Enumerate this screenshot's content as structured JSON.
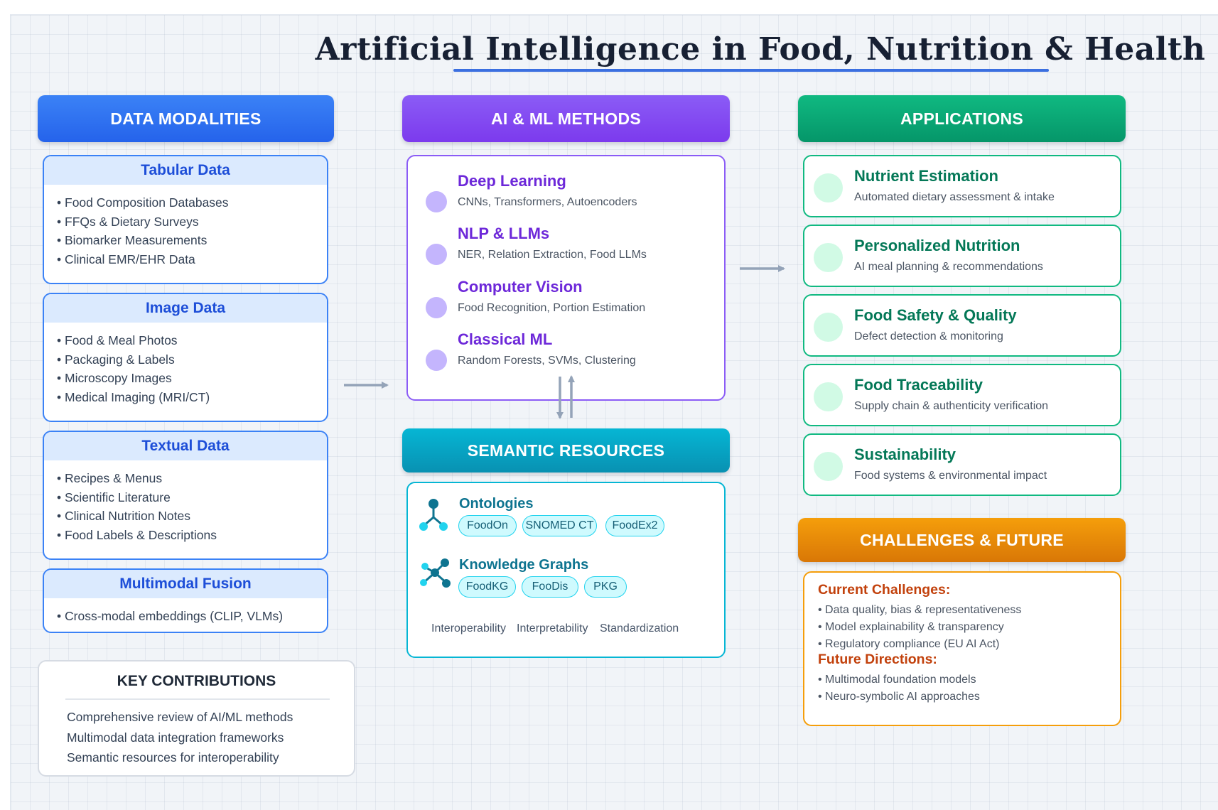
{
  "title": "Artificial Intelligence in Food, Nutrition & Health",
  "sections": {
    "data_modalities": "DATA MODALITIES",
    "methods": "AI & ML METHODS",
    "applications": "APPLICATIONS",
    "semantic": "SEMANTIC RESOURCES",
    "challenges": "CHALLENGES & FUTURE"
  },
  "data_cards": [
    {
      "title": "Tabular Data",
      "items": [
        "Food Composition Databases",
        "FFQs & Dietary Surveys",
        "Biomarker Measurements",
        "Clinical EMR/EHR Data"
      ]
    },
    {
      "title": "Image Data",
      "items": [
        "Food & Meal Photos",
        "Packaging & Labels",
        "Microscopy Images",
        "Medical Imaging (MRI/CT)"
      ]
    },
    {
      "title": "Textual Data",
      "items": [
        "Recipes & Menus",
        "Scientific Literature",
        "Clinical Nutrition Notes",
        "Food Labels & Descriptions"
      ]
    },
    {
      "title": "Multimodal Fusion",
      "items": [
        "Cross-modal embeddings (CLIP, VLMs)"
      ]
    }
  ],
  "key_contributions": {
    "title": "KEY CONTRIBUTIONS",
    "items": [
      "Comprehensive review of AI/ML methods",
      "Multimodal data integration frameworks",
      "Semantic resources for interoperability"
    ]
  },
  "methods": [
    {
      "title": "Deep Learning",
      "subtitle": "CNNs, Transformers, Autoencoders"
    },
    {
      "title": "NLP & LLMs",
      "subtitle": "NER, Relation Extraction, Food LLMs"
    },
    {
      "title": "Computer Vision",
      "subtitle": "Food Recognition, Portion Estimation"
    },
    {
      "title": "Classical ML",
      "subtitle": "Random Forests, SVMs, Clustering"
    }
  ],
  "semantic": {
    "ontologies": {
      "title": "Ontologies",
      "icon": "ontology-tree-icon",
      "tags": [
        "FoodOn",
        "SNOMED CT",
        "FoodEx2"
      ]
    },
    "graphs": {
      "title": "Knowledge Graphs",
      "icon": "knowledge-graph-icon",
      "tags": [
        "FoodKG",
        "FooDis",
        "PKG"
      ]
    },
    "footer": [
      "Interoperability",
      "Interpretability",
      "Standardization"
    ]
  },
  "applications": [
    {
      "title": "Nutrient Estimation",
      "subtitle": "Automated dietary assessment & intake"
    },
    {
      "title": "Personalized Nutrition",
      "subtitle": "AI meal planning & recommendations"
    },
    {
      "title": "Food Safety & Quality",
      "subtitle": "Defect detection & monitoring"
    },
    {
      "title": "Food Traceability",
      "subtitle": "Supply chain & authenticity verification"
    },
    {
      "title": "Sustainability",
      "subtitle": "Food systems & environmental impact"
    }
  ],
  "challenges": {
    "current_title": "Current Challenges:",
    "current": [
      "Data quality, bias & representativeness",
      "Model explainability & transparency",
      "Regulatory compliance (EU AI Act)"
    ],
    "future_title": "Future Directions:",
    "future": [
      "Multimodal foundation models",
      "Neuro-symbolic AI approaches"
    ]
  },
  "colors": {
    "data": "#3b82f6",
    "methods": "#8b5cf6",
    "applications": "#10b981",
    "semantic": "#06b6d4",
    "challenges": "#f59e0b",
    "arrow": "#94a3b8"
  }
}
